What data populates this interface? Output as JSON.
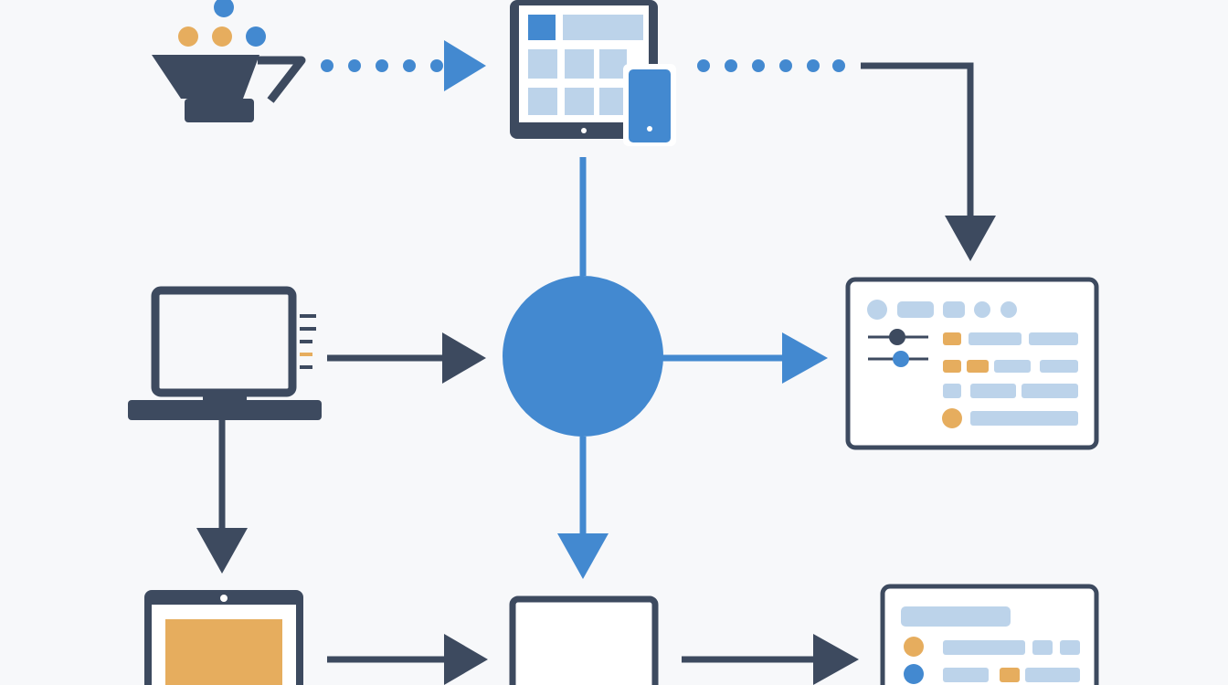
{
  "colors": {
    "background": "#f7f8fa",
    "navy": "#3d4a5f",
    "blue": "#4389d0",
    "light_blue": "#bcd3ea",
    "orange": "#e6ad5e",
    "white": "#ffffff"
  },
  "nodes": [
    {
      "id": "source-bowl",
      "icon": "bowl-with-dots-icon"
    },
    {
      "id": "tablet-phone",
      "icon": "tablet-and-phone-icon"
    },
    {
      "id": "laptop",
      "icon": "laptop-icon"
    },
    {
      "id": "central-hub",
      "icon": "filled-circle-icon"
    },
    {
      "id": "dashboard-panel",
      "icon": "dashboard-settings-icon"
    },
    {
      "id": "tablet-orange",
      "icon": "tablet-orange-screen-icon"
    },
    {
      "id": "blank-tablet",
      "icon": "blank-tablet-icon"
    },
    {
      "id": "list-panel",
      "icon": "list-panel-icon"
    }
  ],
  "edges": [
    {
      "from": "source-bowl",
      "to": "tablet-phone",
      "style": "dotted",
      "color": "blue"
    },
    {
      "from": "tablet-phone",
      "to": "dashboard-panel",
      "style": "dotted-then-solid",
      "color": "navy"
    },
    {
      "from": "tablet-phone",
      "to": "central-hub",
      "style": "solid",
      "color": "blue"
    },
    {
      "from": "laptop",
      "to": "central-hub",
      "style": "solid",
      "color": "navy"
    },
    {
      "from": "central-hub",
      "to": "dashboard-panel",
      "style": "solid",
      "color": "blue"
    },
    {
      "from": "laptop",
      "to": "tablet-orange",
      "style": "solid",
      "color": "navy"
    },
    {
      "from": "central-hub",
      "to": "blank-tablet",
      "style": "solid",
      "color": "blue"
    },
    {
      "from": "tablet-orange",
      "to": "blank-tablet",
      "style": "solid",
      "color": "navy"
    },
    {
      "from": "blank-tablet",
      "to": "list-panel",
      "style": "solid",
      "color": "navy"
    }
  ]
}
